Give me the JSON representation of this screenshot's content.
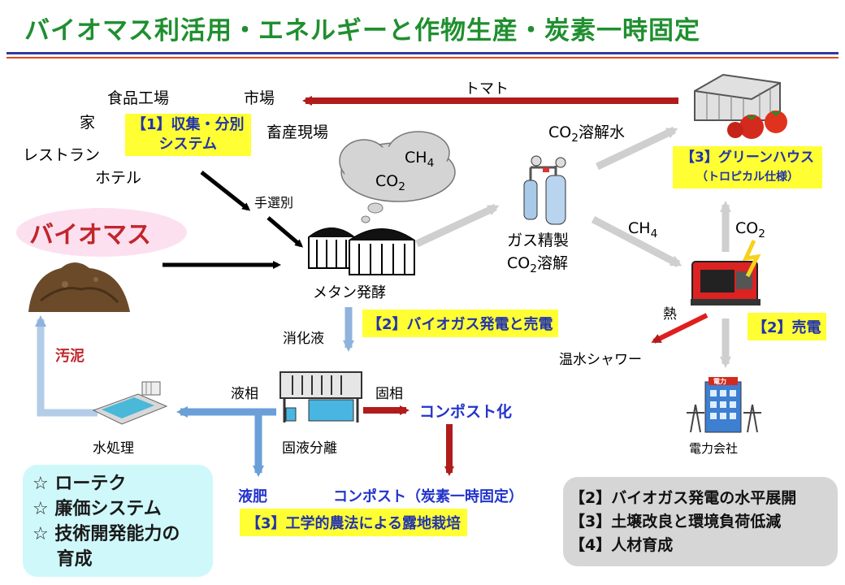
{
  "title": "バイオマス利活用・エネルギーと作物生産・炭素一時固定",
  "sources": {
    "food_factory": "食品工場",
    "home": "家",
    "restaurant": "レストラン",
    "hotel": "ホテル",
    "market": "市場",
    "livestock": "畜産現場"
  },
  "collection_box": {
    "line1": "【1】収集・分別",
    "line2": "システム"
  },
  "hand_sort": "手選別",
  "biomass": "バイオマス",
  "methane_fermentation": "メタン発酵",
  "gas_cloud": {
    "ch4_base": "CH",
    "ch4_sub": "4",
    "co2_base": "CO",
    "co2_sub": "2"
  },
  "tomato": "トマト",
  "co2_water": {
    "base": "CO",
    "sub": "2",
    "suffix": "溶解水"
  },
  "gas_refine": {
    "line1": "ガス精製",
    "line2_base": "CO",
    "line2_sub": "2",
    "line2_suffix": "溶解"
  },
  "greenhouse_box": {
    "line1": "【3】グリーンハウス",
    "line2": "（トロピカル仕様）"
  },
  "ch4_label": {
    "base": "CH",
    "sub": "4"
  },
  "co2_label": {
    "base": "CO",
    "sub": "2"
  },
  "biogas_box": "【2】バイオガス発電と売電",
  "digestate": "消化液",
  "heat": "熱",
  "hot_shower": "温水シャワー",
  "sell_power_box": "【2】売電",
  "sludge": "汚泥",
  "liquid_phase": "液相",
  "solid_phase": "固相",
  "compost_make": "コンポスト化",
  "water_treatment": "水処理",
  "solid_liquid_separation": "固液分離",
  "power_company": "電力会社",
  "power_sign": "電力",
  "liquid_fertilizer": "液肥",
  "compost_carbon": "コンポスト（炭素一時固定）",
  "engineering_farm_box": "【3】工学的農法による露地栽培",
  "features": [
    "☆ ローテク",
    "☆ 廉価システム",
    "☆ 技術開発能力の",
    "　 育成"
  ],
  "goals": [
    "【2】バイオガス発電の水平展開",
    "【3】土壌改良と環境負荷低減",
    "【4】人材育成"
  ],
  "colors": {
    "title_green": "#1f8f2f",
    "highlight_yellow": "#ffff33",
    "accent_blue": "#2233cc",
    "accent_red": "#c0262c",
    "arrow_dark_red": "#b01c1c",
    "arrow_gray": "#cfcfcf",
    "arrow_lightblue": "#8fb3dc"
  }
}
